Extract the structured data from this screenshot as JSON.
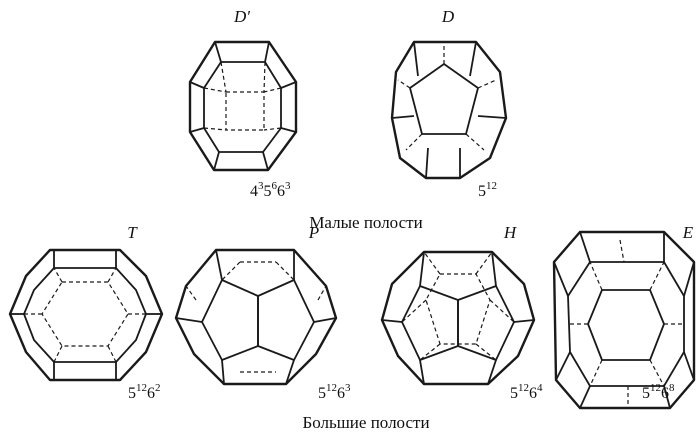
{
  "cavities": [
    {
      "label": "D'",
      "formula": [
        [
          "4",
          "3"
        ],
        [
          "5",
          "6"
        ],
        [
          "6",
          "3"
        ]
      ]
    },
    {
      "label": "D",
      "formula": [
        [
          "5",
          "12"
        ]
      ]
    },
    {
      "label": "T",
      "formula": [
        [
          "5",
          "12"
        ],
        [
          "6",
          "2"
        ]
      ]
    },
    {
      "label": "P",
      "formula": [
        [
          "5",
          "12"
        ],
        [
          "6",
          "3"
        ]
      ]
    },
    {
      "label": "H",
      "formula": [
        [
          "5",
          "12"
        ],
        [
          "6",
          "4"
        ]
      ]
    },
    {
      "label": "E",
      "formula": [
        [
          "5",
          "12"
        ],
        [
          "6",
          "8"
        ]
      ]
    }
  ],
  "captions": {
    "small": "Малые полости",
    "large": "Большие полости"
  }
}
